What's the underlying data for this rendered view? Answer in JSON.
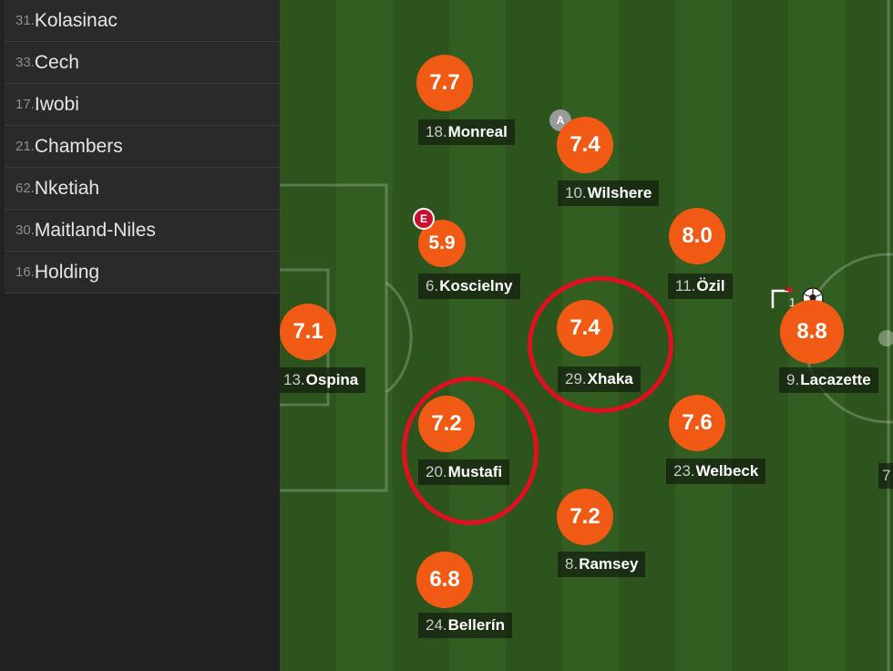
{
  "substitutes": [
    {
      "number": "31.",
      "name": "Kolasinac"
    },
    {
      "number": "33.",
      "name": "Cech"
    },
    {
      "number": "17.",
      "name": "Iwobi"
    },
    {
      "number": "21.",
      "name": "Chambers"
    },
    {
      "number": "62.",
      "name": "Nketiah"
    },
    {
      "number": "30.",
      "name": "Maitland-Niles"
    },
    {
      "number": "16.",
      "name": "Holding"
    }
  ],
  "players": {
    "monreal": {
      "rating": "7.7",
      "number": "18.",
      "name": "Monreal"
    },
    "wilshere": {
      "rating": "7.4",
      "number": "10.",
      "name": "Wilshere",
      "badge": "A"
    },
    "koscielny": {
      "rating": "5.9",
      "number": "6. ",
      "name": "Koscielny",
      "badge": "E"
    },
    "ozil": {
      "rating": "8.0",
      "number": "11.",
      "name": "Özil"
    },
    "ospina": {
      "rating": "7.1",
      "number": "13.",
      "name": "Ospina"
    },
    "xhaka": {
      "rating": "7.4",
      "number": "29.",
      "name": "Xhaka"
    },
    "lacazette": {
      "rating": "8.8",
      "number": "9. ",
      "name": "Lacazette"
    },
    "mustafi": {
      "rating": "7.2",
      "number": "20.",
      "name": "Mustafi"
    },
    "welbeck": {
      "rating": "7.6",
      "number": "23.",
      "name": "Welbeck"
    },
    "ramsey": {
      "rating": "7.2",
      "number": "8. ",
      "name": "Ramsey"
    },
    "bellerin": {
      "rating": "6.8",
      "number": "24.",
      "name": "Bellerín"
    }
  },
  "partial_text": {
    "right_edge": "7"
  },
  "colors": {
    "rating_bg": "#f05a14",
    "pitch_dark": "#2d541c",
    "pitch_light": "#335e21",
    "highlight": "#e01020"
  }
}
